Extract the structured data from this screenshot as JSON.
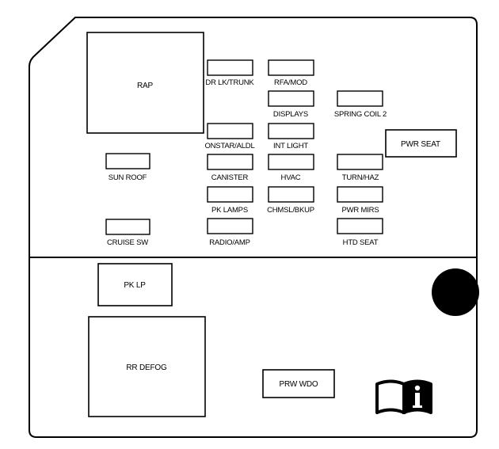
{
  "diagram": {
    "relays": {
      "rap": "RAP",
      "pwr_seat": "PWR SEAT",
      "pk_lp": "PK LP",
      "rr_defog": "RR DEFOG",
      "prw_wdo": "PRW WDO"
    },
    "fuses": {
      "dr_lk_trunk": "DR LK/TRUNK",
      "rfa_mod": "RFA/MOD",
      "displays": "DISPLAYS",
      "spring_coil_2": "SPRING COIL 2",
      "onstar_aldl": "ONSTAR/ALDL",
      "int_light": "INT LIGHT",
      "sun_roof": "SUN ROOF",
      "canister": "CANISTER",
      "hvac": "HVAC",
      "turn_haz": "TURN/HAZ",
      "pk_lamps": "PK LAMPS",
      "chmsl_bkup": "CHMSL/BKUP",
      "pwr_mirs": "PWR MIRS",
      "cruise_sw": "CRUISE SW",
      "radio_amp": "RADIO/AMP",
      "htd_seat": "HTD SEAT"
    },
    "colors": {
      "line": "#000000",
      "fill": "#ffffff"
    },
    "icons": {
      "manual": "owner-manual-info-icon",
      "hole": "mounting-hole-dot"
    }
  }
}
